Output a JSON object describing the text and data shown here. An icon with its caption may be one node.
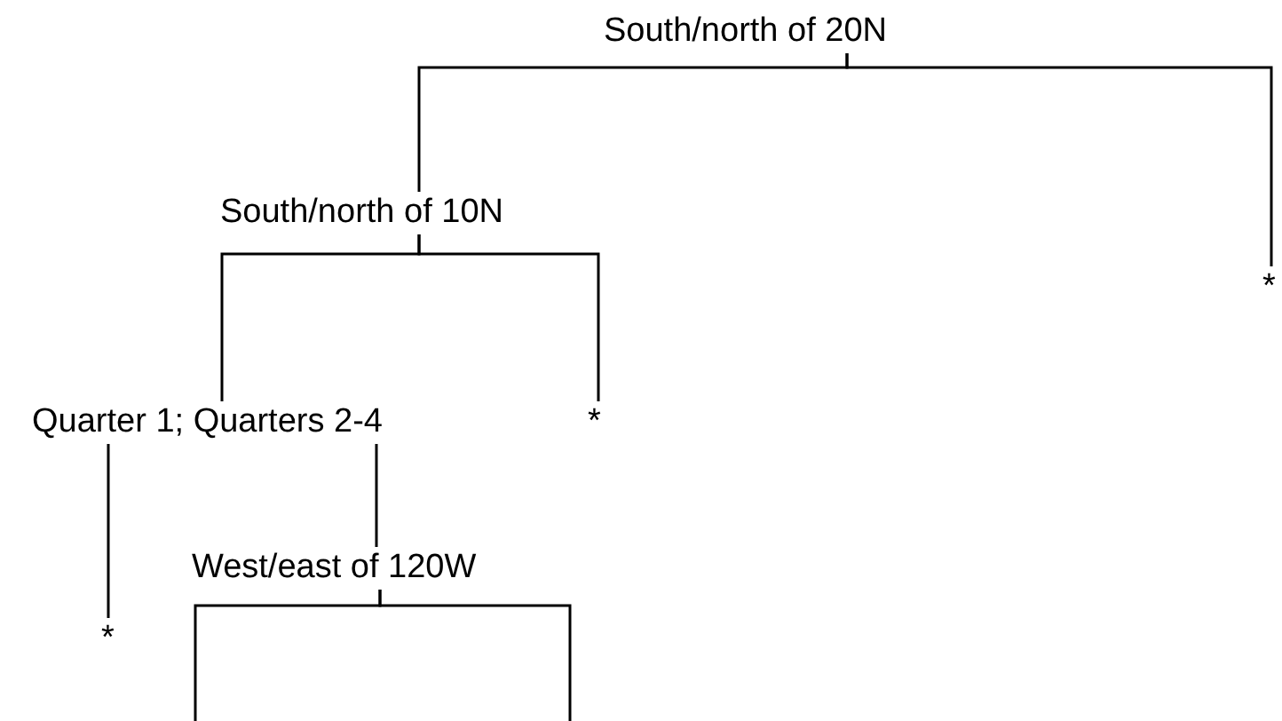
{
  "diagram": {
    "nodes": [
      {
        "text": [
          "South/north of 20N"
        ]
      },
      {
        "text": [
          "South/north of 10N"
        ]
      },
      {
        "text": [
          "*"
        ]
      },
      {
        "text": [
          "Quarter 1; Quarters 2-4"
        ]
      },
      {
        "text": [
          "*"
        ]
      },
      {
        "text": [
          "*"
        ]
      },
      {
        "text": [
          "West/east of 120W"
        ]
      }
    ],
    "edges": [
      {
        "from": 0,
        "to": 1,
        "arrow": "none"
      },
      {
        "from": 0,
        "to": 2,
        "arrow": "none"
      },
      {
        "from": 1,
        "to": 3,
        "arrow": "none"
      },
      {
        "from": 1,
        "to": 4,
        "arrow": "none"
      },
      {
        "from": 3,
        "to": 5,
        "arrow": "none"
      },
      {
        "from": 3,
        "to": 6,
        "arrow": "none"
      },
      {
        "from": 6,
        "to": null,
        "arrow": "none"
      },
      {
        "from": 6,
        "to": null,
        "arrow": "none"
      }
    ]
  }
}
